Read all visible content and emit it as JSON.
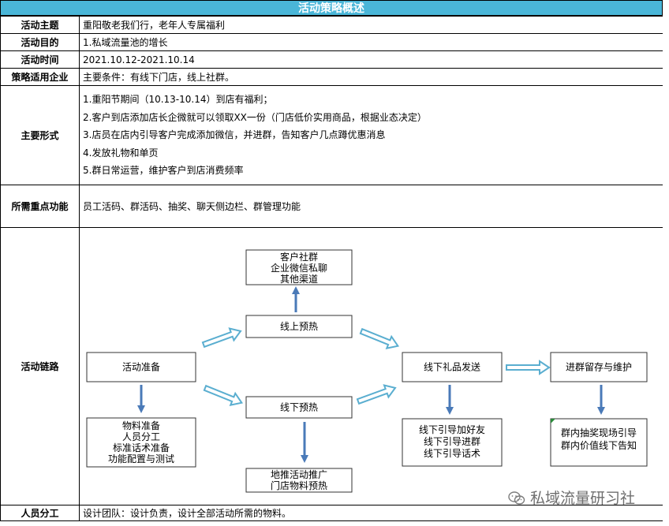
{
  "header": {
    "title": "活动策略概述"
  },
  "rows": {
    "theme": {
      "label": "活动主题",
      "value": "重阳敬老我们行，老年人专属福利"
    },
    "purpose": {
      "label": "活动目的",
      "value": "1.私域流量池的增长"
    },
    "time": {
      "label": "活动时间",
      "value": "2021.10.12-2021.10.14"
    },
    "applicable": {
      "label": "策略适用企业",
      "value": "主要条件：有线下门店，线上社群。"
    },
    "forms": {
      "label": "主要形式",
      "items": [
        "1.重阳节期间（10.13-10.14）到店有福利；",
        "2.客户到店添加店长企微就可以领取XX一份（门店低价实用商品，根据业态决定）",
        "3.店员在店内引导客户完成添加微信，并进群，告知客户几点蹲优惠消息",
        "4.发放礼物和单页",
        "5.群日常运营，维护客户到店消费频率"
      ]
    },
    "features": {
      "label": "所需重点功能",
      "value": "员工活码、群活码、抽奖、聊天侧边栏、群管理功能"
    },
    "chain": {
      "label": "活动链路"
    },
    "staff": {
      "label": "人员分工",
      "value": "设计团队：设计负责，设计全部活动所需的物料。"
    }
  },
  "flow": {
    "prepare": "活动准备",
    "prepare_sub": [
      "物料准备",
      "人员分工",
      "标准话术准备",
      "功能配置与测试"
    ],
    "online_warm": "线上预热",
    "online_channels": [
      "客户社群",
      "企业微信私聊",
      "其他渠道"
    ],
    "offline_warm": "线下预热",
    "offline_sub": [
      "地推活动推广",
      "门店物料预热"
    ],
    "gift": "线下礼品发送",
    "gift_sub": [
      "线下引导加好友",
      "线下引导进群",
      "线下引导话术"
    ],
    "retain": "进群留存与维护",
    "retain_sub": [
      "群内抽奖现场引导",
      "群内价值线下告知"
    ]
  },
  "watermark": {
    "text": "私域流量研习社",
    "icon": "wechat-icon"
  },
  "colors": {
    "title_bg": "#4ab6d8",
    "arrow": "#4a7ab8",
    "hollow_arrow": "#5aaed0"
  }
}
